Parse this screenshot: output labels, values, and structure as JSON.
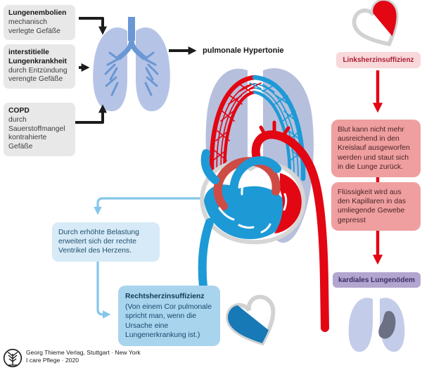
{
  "causes": [
    {
      "title": "Lungenembolien",
      "desc": "mechanisch verlegte Gefäße"
    },
    {
      "title": "interstitielle Lungenkrankheit",
      "desc": "durch Entzündung verengte Gefäße"
    },
    {
      "title": "COPD",
      "desc": "durch Sauerstoffmangel kontrahierte Gefäße"
    }
  ],
  "center": {
    "main_label": "pulmonale Hypertonie"
  },
  "right_flow": {
    "badge_top": "Linksherzinsuffizienz",
    "box1": "Blut kann nicht mehr ausreichend in den Kreislauf ausgeworfen werden und staut sich in die Lunge zurück.",
    "box2": "Flüssigkeit wird aus den Kapillaren in das umliegende Gewebe gepresst",
    "badge_bottom": "kardiales Lungenödem"
  },
  "left_flow": {
    "box1": "Durch erhöhte Belastung erweitert sich der rechte Ventrikel des Herzens.",
    "box2_title": "Rechtsherzinsuffizienz",
    "box2_desc": "(Von einem Cor pulmonale spricht man, wenn die Ursache eine Lungenerkrankung ist.)"
  },
  "footer": {
    "publisher": "Georg Thieme Verlag, Stuttgart · New York",
    "source": "I care Pflege · 2020"
  },
  "colors": {
    "red": "#e30613",
    "blue": "#1d9ad6",
    "light_blue_connector": "#85c7ea",
    "lung_light": "#b5c4e6",
    "bronchi": "#6b97d4",
    "gray_box": "#e9e8e8",
    "pink_box": "#ef9fa0",
    "pink_badge": "#f8d8da",
    "purple_badge": "#b2a6d0",
    "blue_box_light": "#d7eaf7",
    "blue_box_mid": "#a9d4ee"
  },
  "icons": {
    "heart_left_failure": "heart half filled red",
    "heart_right_failure": "heart half filled blue",
    "lungs_edema": "lungs with dark edema blob",
    "publisher_logo": "thieme tree emblem"
  }
}
